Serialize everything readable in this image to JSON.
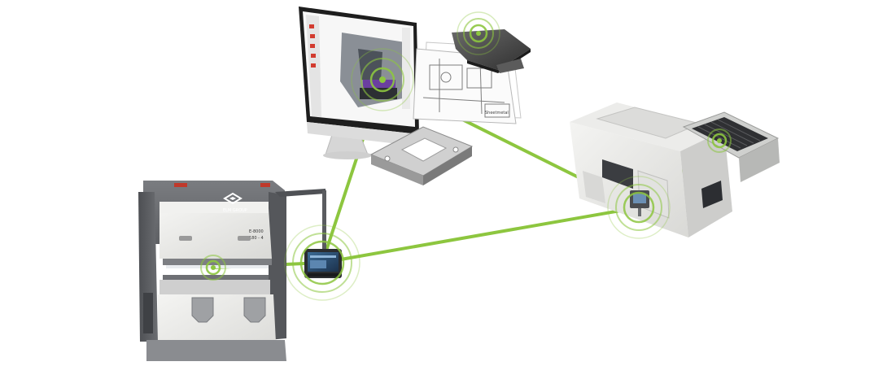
{
  "brand": {
    "press_logo_text": "ELM GROUP",
    "press_panel_line1": "E-8000",
    "press_panel_line2": "180 - 4"
  },
  "drawing": {
    "title_block_text": "Sheetmetal"
  },
  "colors": {
    "link_green": "#8dc63f",
    "machine_gray": "#6e7074",
    "machine_light": "#e8e8e6",
    "accent_red": "#c0392b",
    "screen_blue": "#27476b"
  },
  "icons": {
    "press_logo": "elm-cube-logo-icon",
    "signal": "wireless-signal-rings-icon"
  }
}
